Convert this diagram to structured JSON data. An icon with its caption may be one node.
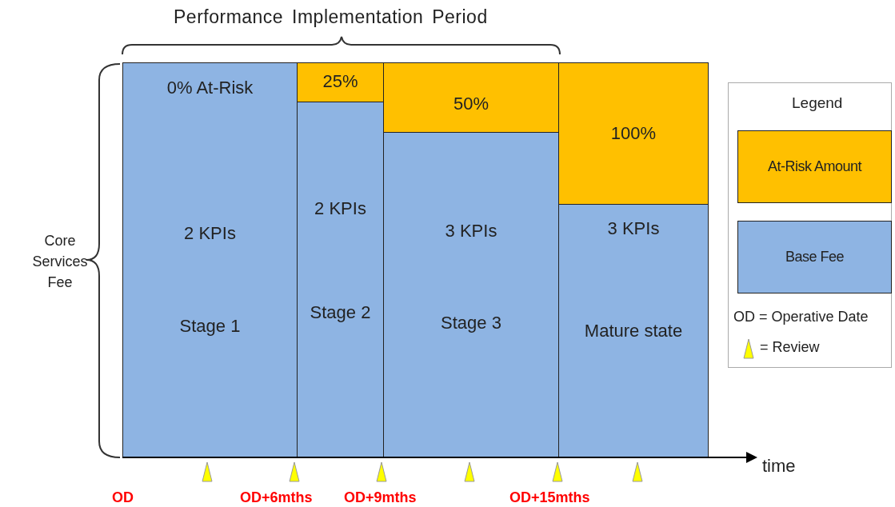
{
  "diagram": {
    "nodes": [
      {
        "text": [
          "0% At-Risk",
          "2 KPIs",
          "Stage 1"
        ]
      },
      {
        "text": [
          "25%"
        ]
      },
      {
        "text": [
          "2 KPIs",
          "Stage 2"
        ]
      },
      {
        "text": [
          "50%"
        ]
      },
      {
        "text": [
          "3 KPIs",
          "Stage 3"
        ]
      },
      {
        "text": [
          "100%"
        ]
      },
      {
        "text": [
          "3 KPIs",
          "Mature state"
        ]
      }
    ],
    "labels": [
      "Performance Implementation Period",
      "Core Services Fee",
      "Legend",
      "OD = Operative Date",
      "time",
      "OD",
      "OD+6mths",
      "OD+9mths",
      "OD+15mths"
    ],
    "legend": [
      {
        "text": "At-Risk Amount",
        "color": "#ffc000"
      },
      {
        "text": "Base Fee",
        "color": "#8eb4e3"
      },
      {
        "text": "= Review"
      }
    ]
  }
}
